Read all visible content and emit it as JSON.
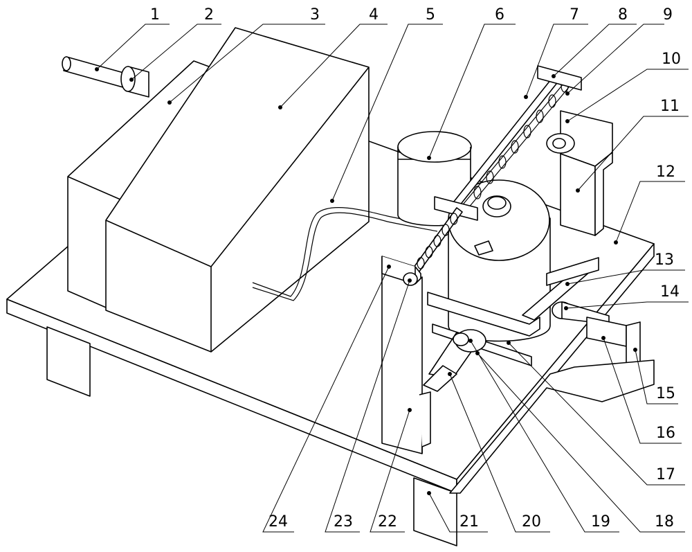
{
  "labels": [
    "1",
    "2",
    "3",
    "4",
    "5",
    "6",
    "7",
    "8",
    "9",
    "10",
    "11",
    "12",
    "13",
    "14",
    "15",
    "16",
    "17",
    "18",
    "19",
    "20",
    "21",
    "22",
    "23",
    "24"
  ]
}
